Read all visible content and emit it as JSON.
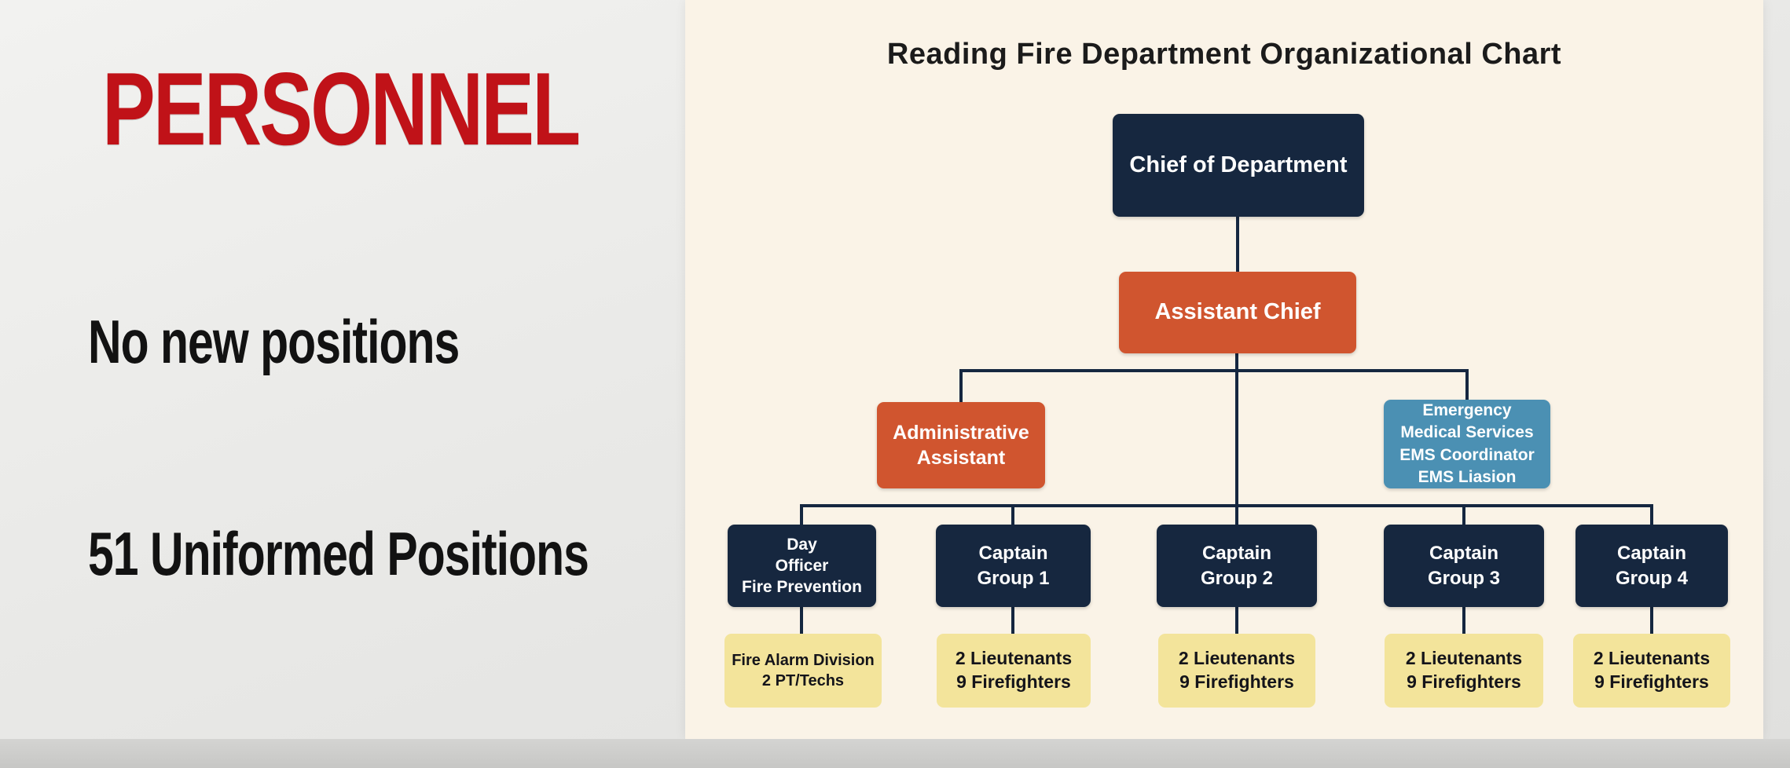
{
  "slide": {
    "title": "PERSONNEL",
    "bullet1": "No new positions",
    "bullet2": "51 Uniformed Positions"
  },
  "org_chart": {
    "title": "Reading Fire Department Organizational Chart",
    "nodes": {
      "chief": "Chief of Department",
      "assistant_chief": "Assistant Chief",
      "admin_assistant": "Administrative\nAssistant",
      "ems": "Emergency\nMedical Services\nEMS Coordinator\nEMS Liasion",
      "day_officer": "Day\nOfficer\nFire Prevention",
      "captain_group1": "Captain\nGroup 1",
      "captain_group2": "Captain\nGroup 2",
      "captain_group3": "Captain\nGroup 3",
      "captain_group4": "Captain\nGroup 4",
      "fire_alarm": "Fire Alarm Division\n2 PT/Techs",
      "crew1": "2 Lieutenants\n9 Firefighters",
      "crew2": "2 Lieutenants\n9 Firefighters",
      "crew3": "2 Lieutenants\n9 Firefighters",
      "crew4": "2 Lieutenants\n9 Firefighters"
    },
    "colors": {
      "navy": "#16273f",
      "orange": "#d0552f",
      "blue": "#4b90b3",
      "yellow": "#f3e49b",
      "panel_background": "#faf3e7",
      "title_red": "#c01218",
      "connector": "#152740"
    }
  }
}
